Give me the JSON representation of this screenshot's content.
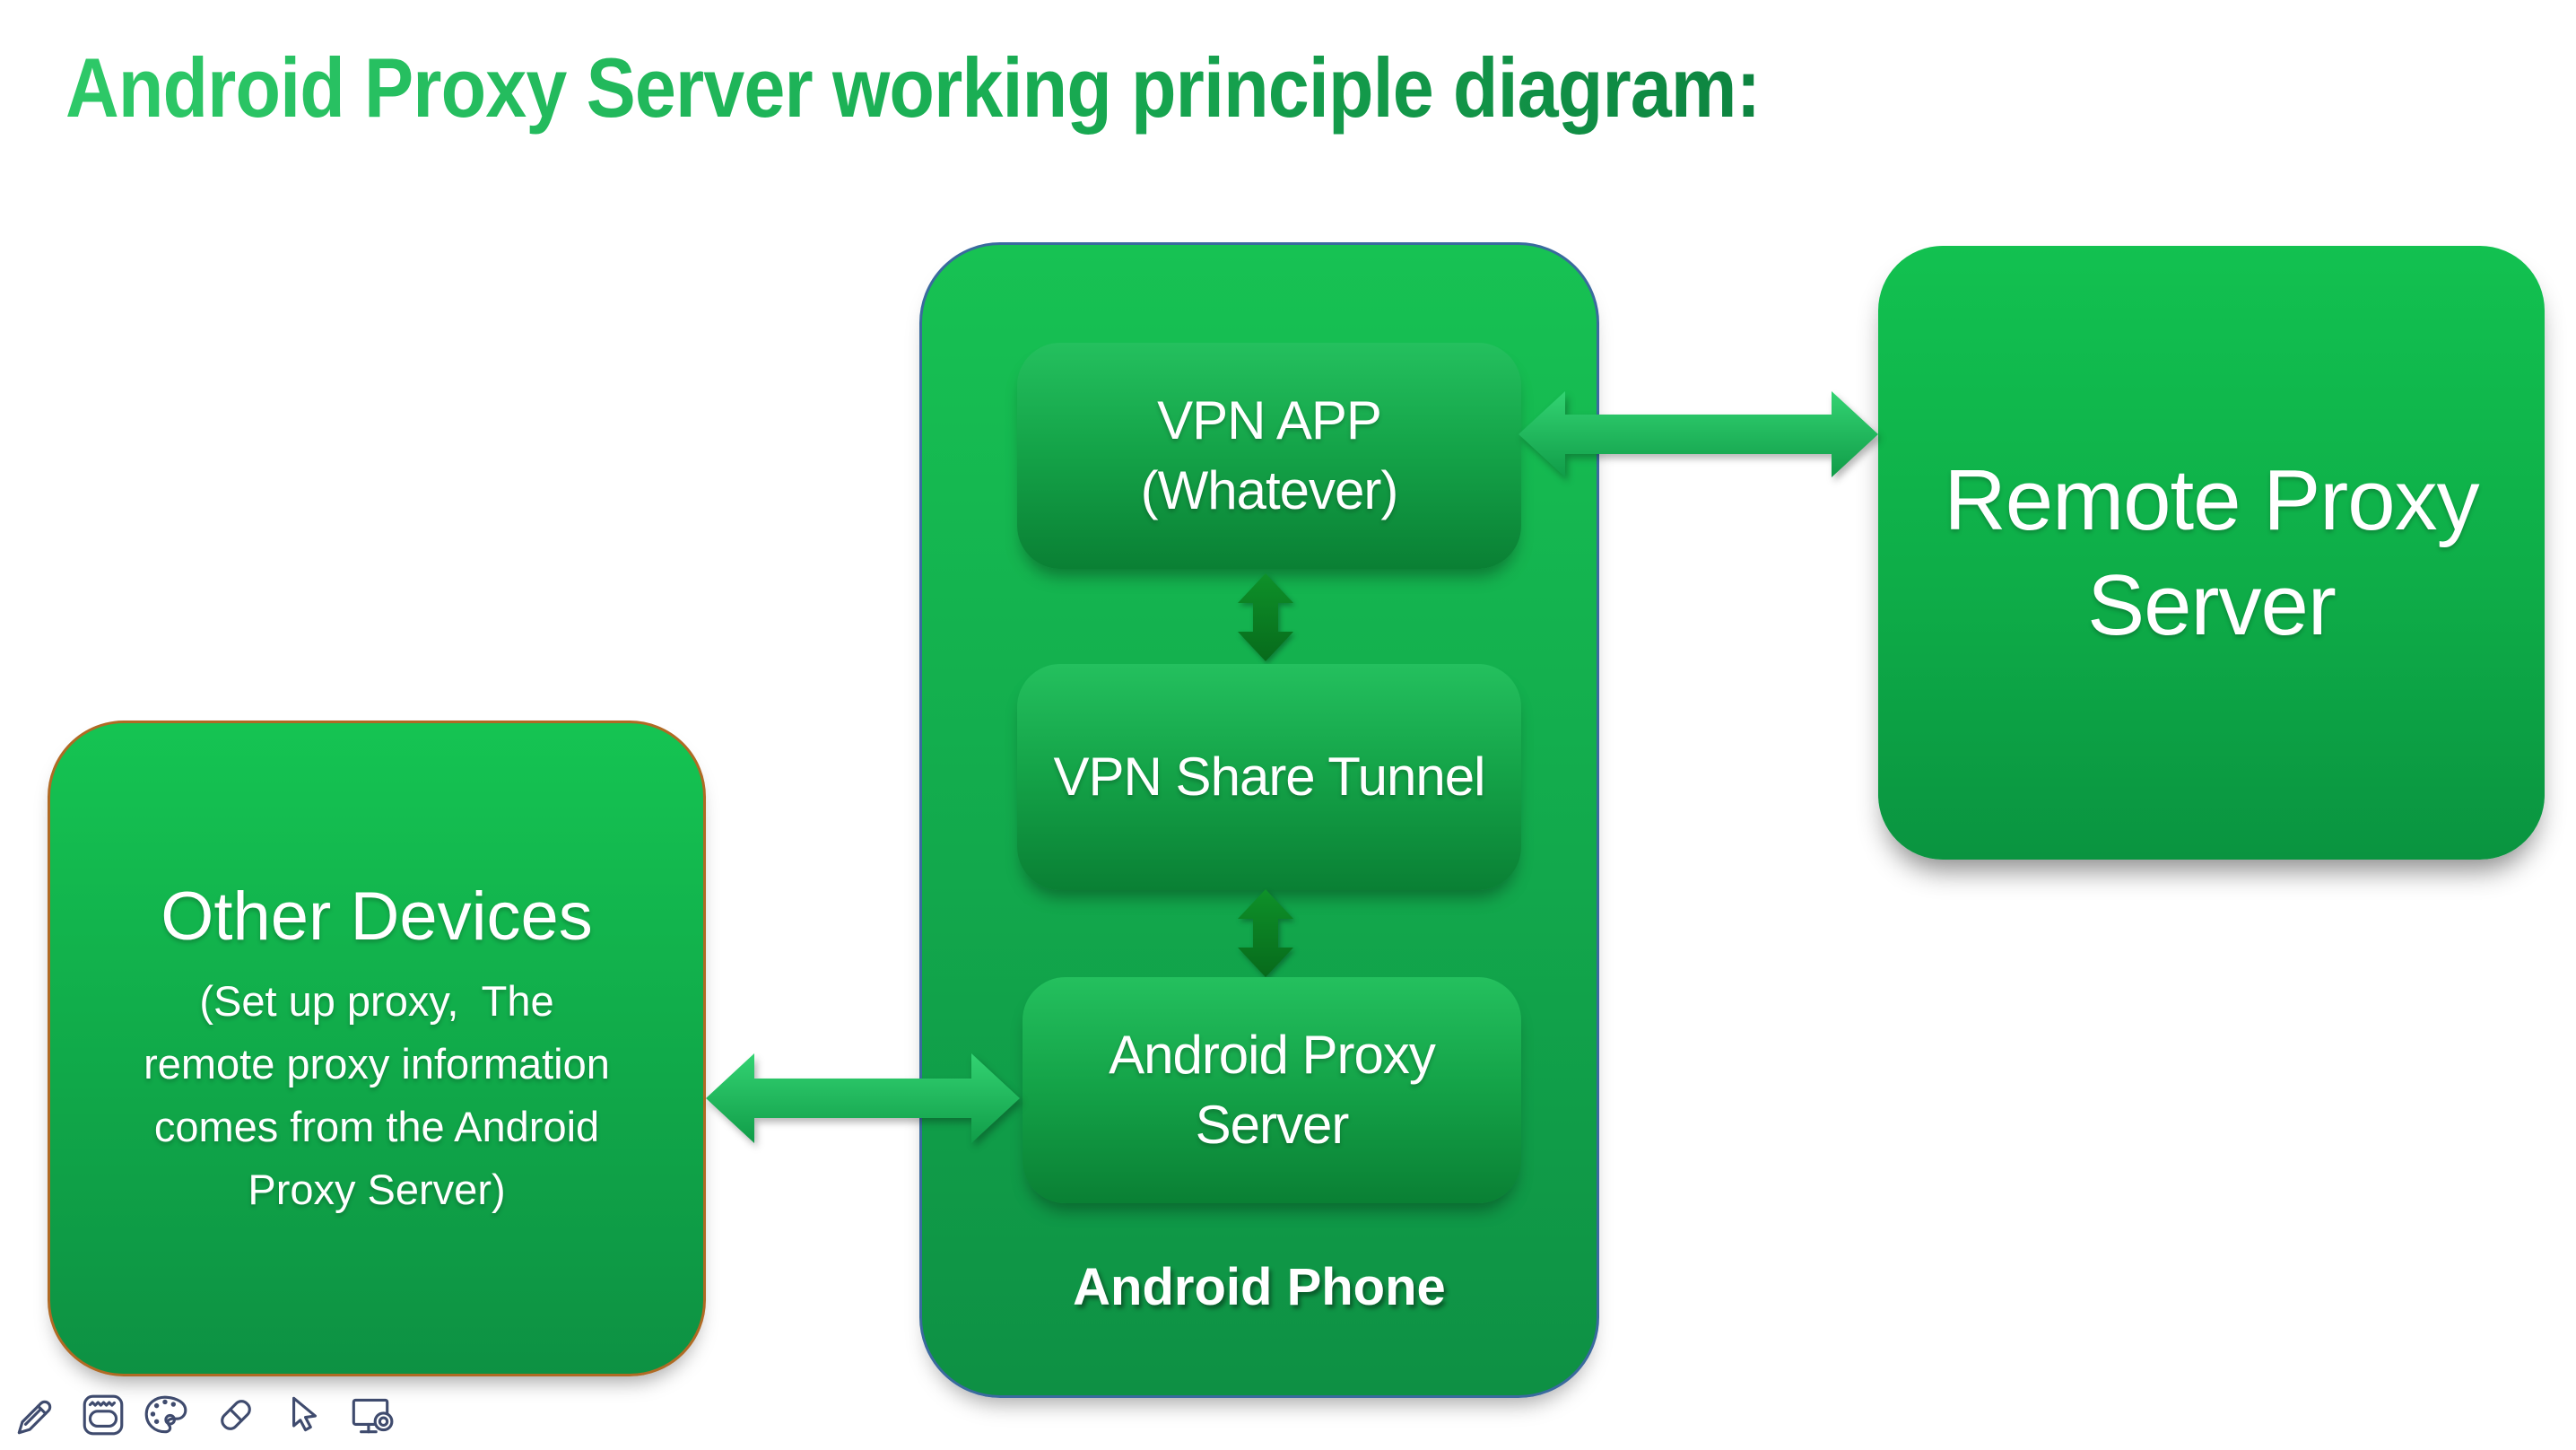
{
  "title": "Android Proxy Server working principle diagram:",
  "android_phone": {
    "label": "Android Phone",
    "vpn_app": {
      "line1": "VPN APP",
      "line2": "(Whatever)"
    },
    "vpn_share_tunnel": {
      "line1": "VPN Share Tunnel"
    },
    "android_proxy_server": {
      "line1": "Android Proxy",
      "line2": "Server"
    }
  },
  "remote_proxy_server": {
    "line1": "Remote Proxy",
    "line2": "Server"
  },
  "other_devices": {
    "title": "Other Devices",
    "desc_lines": [
      "(Set up proxy,  The",
      "remote proxy information",
      "comes from the Android",
      "Proxy Server)"
    ]
  },
  "arrows": {
    "vpn_app_to_remote_proxy": "bidirectional",
    "vpn_app_to_vpn_share_tunnel": "bidirectional",
    "vpn_share_tunnel_to_android_proxy_server": "bidirectional",
    "other_devices_to_android_proxy_server": "bidirectional"
  },
  "toolbar": {
    "icons": [
      "pencil",
      "whiteboard",
      "palette",
      "eraser",
      "cursor",
      "screen-record"
    ]
  },
  "colors": {
    "title_gradient_start": "#2ec968",
    "title_gradient_end": "#0d8440",
    "box_green_top": "#17c253",
    "box_green_bottom": "#0e9044",
    "phone_border_blue": "#3a6a9e",
    "other_border_orange": "#b06a24",
    "arrow_light_green": "#2fd06c",
    "arrow_dark_green": "#0b7e20",
    "icon_stroke": "#3f4b6e",
    "text_white": "#ffffff"
  }
}
